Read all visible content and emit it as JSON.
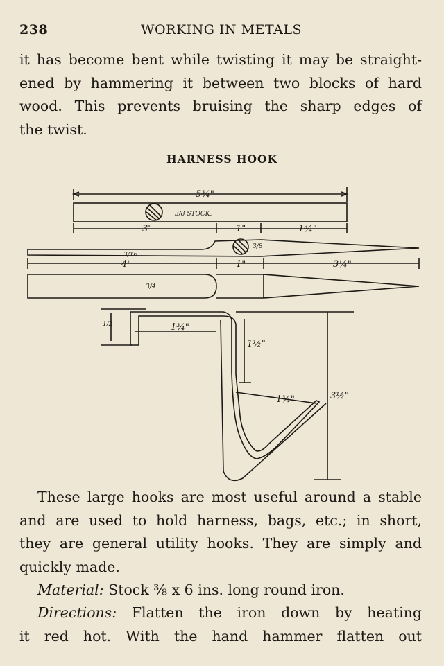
{
  "header": {
    "page_number": "238",
    "running_head": "WORKING IN METALS"
  },
  "paragraph1": {
    "lines": [
      "it has become bent while twisting it may be straight-",
      "ened by hammering it between two blocks of hard",
      "wood. This prevents bruising the sharp edges of",
      "the twist."
    ]
  },
  "figure": {
    "title": "HARNESS HOOK",
    "dimensions": {
      "overall_length": "5¾\"",
      "stock_label": "3/8 STOCK.",
      "seg_a": "3\"",
      "seg_b": "1\"",
      "seg_c": "1¾\"",
      "thickness_a": "3/16",
      "thickness_b": "3/8",
      "seg_d": "4\"",
      "seg_e": "1\"",
      "seg_f": "3¼\"",
      "width_flat": "3/4",
      "hook_lip": "1/2",
      "hook_top": "1¾\"",
      "hook_drop": "1½\"",
      "hook_throat": "1¾\"",
      "hook_height": "3½\""
    }
  },
  "paragraph2": {
    "lines": [
      "These large hooks are most useful around a stable",
      "and are used to hold harness, bags, etc.; in short,",
      "they are general utility hooks. They are simply and",
      "quickly made."
    ]
  },
  "material": {
    "label": "Material:",
    "text": "Stock ⅜ x 6 ins. long round iron."
  },
  "directions": {
    "label": "Directions:",
    "lines": [
      "Flatten the iron down by heating",
      "it red hot. With the hand hammer flatten out"
    ]
  }
}
